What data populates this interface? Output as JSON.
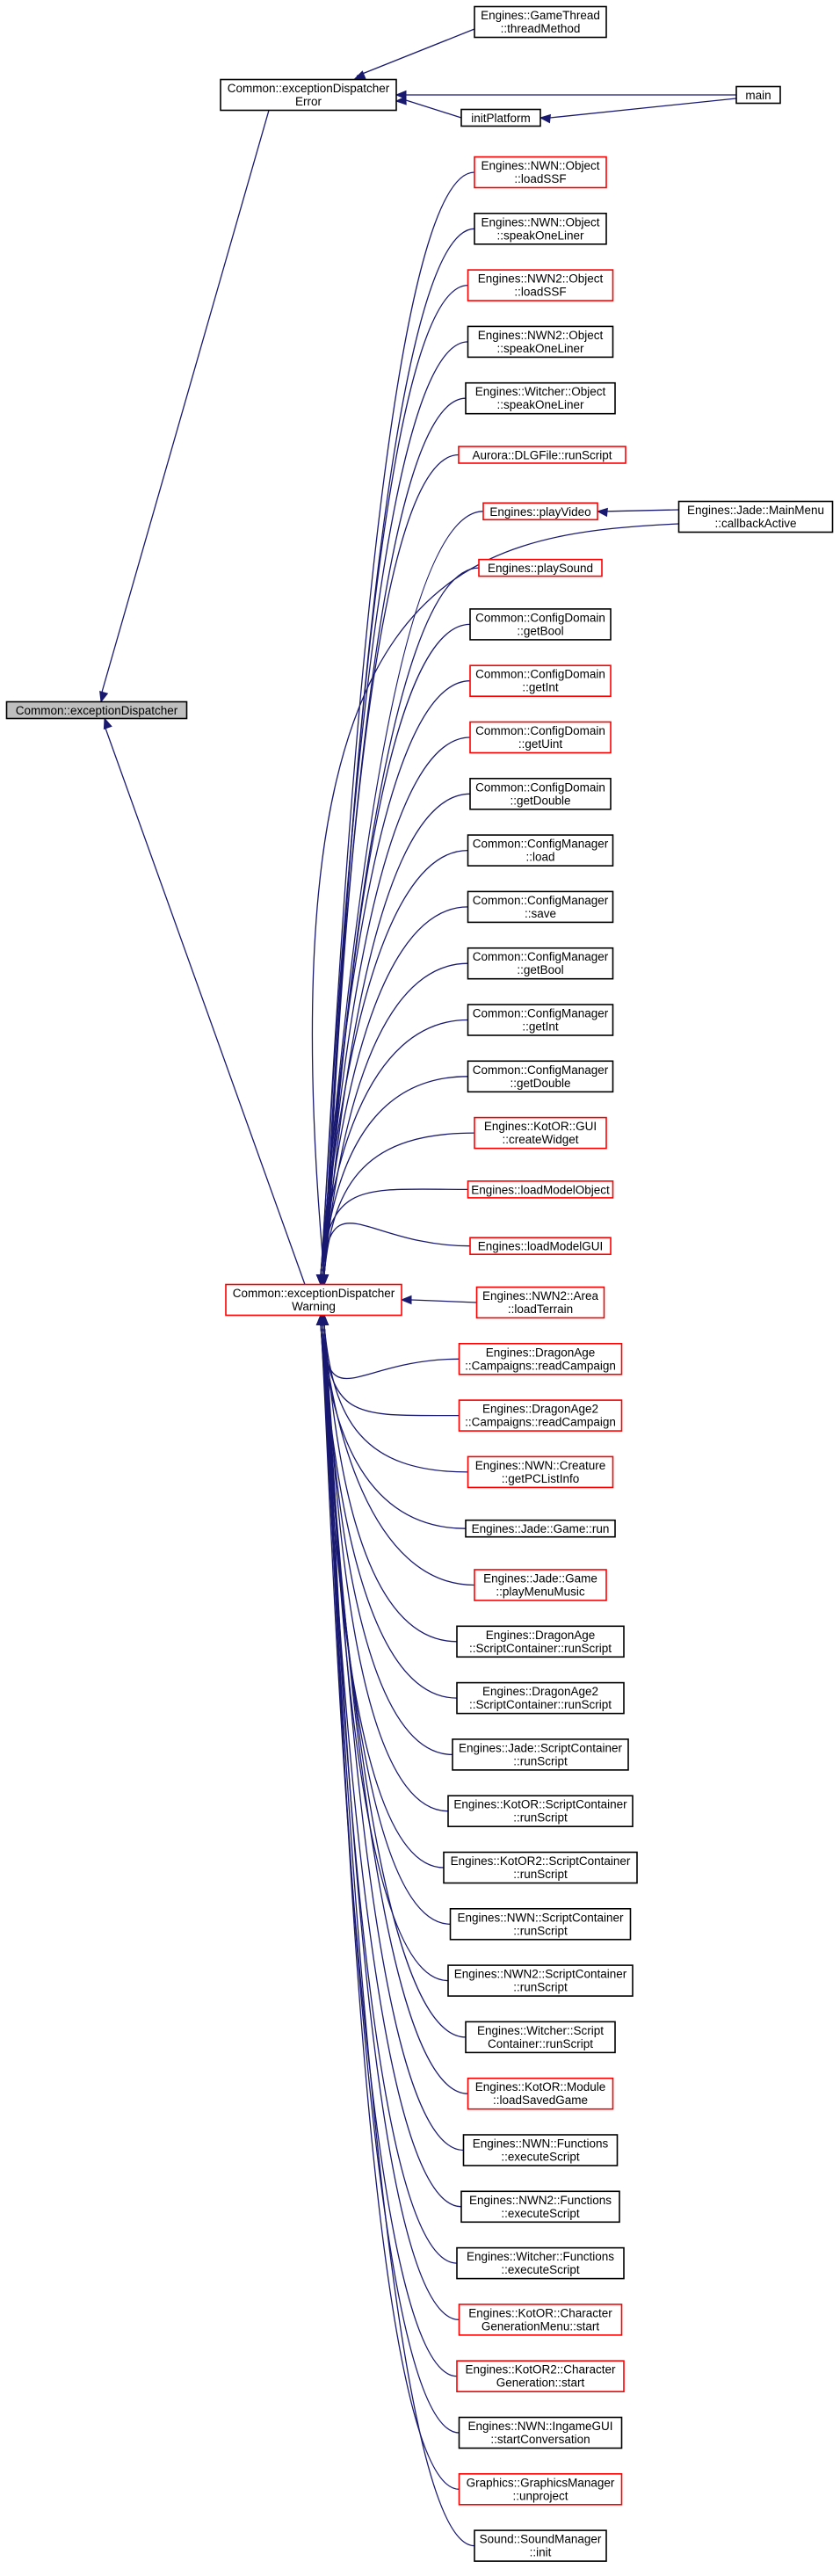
{
  "colors": {
    "edge": "#191970",
    "normal_border": "#000000",
    "incomplete_border": "#ff0000",
    "root_fill": "#bfbfbf"
  },
  "nodes": [
    {
      "id": "root",
      "lines": [
        "Common::exceptionDispatcher"
      ],
      "style": "root"
    },
    {
      "id": "ede",
      "lines": [
        "Common::exceptionDispatcher",
        "Error"
      ],
      "style": "black"
    },
    {
      "id": "edw",
      "lines": [
        "Common::exceptionDispatcher",
        "Warning"
      ],
      "style": "red"
    },
    {
      "id": "gamethread",
      "lines": [
        "Engines::GameThread",
        "::threadMethod"
      ],
      "style": "black"
    },
    {
      "id": "initplatform",
      "lines": [
        "initPlatform"
      ],
      "style": "black"
    },
    {
      "id": "main",
      "lines": [
        "main"
      ],
      "style": "black"
    },
    {
      "id": "callbackactive",
      "lines": [
        "Engines::Jade::MainMenu",
        "::callbackActive"
      ],
      "style": "black"
    },
    {
      "id": "c0",
      "lines": [
        "Engines::NWN::Object",
        "::loadSSF"
      ],
      "style": "red"
    },
    {
      "id": "c1",
      "lines": [
        "Engines::NWN::Object",
        "::speakOneLiner"
      ],
      "style": "black"
    },
    {
      "id": "c2",
      "lines": [
        "Engines::NWN2::Object",
        "::loadSSF"
      ],
      "style": "red"
    },
    {
      "id": "c3",
      "lines": [
        "Engines::NWN2::Object",
        "::speakOneLiner"
      ],
      "style": "black"
    },
    {
      "id": "c4",
      "lines": [
        "Engines::Witcher::Object",
        "::speakOneLiner"
      ],
      "style": "black"
    },
    {
      "id": "c5",
      "lines": [
        "Aurora::DLGFile::runScript"
      ],
      "style": "red"
    },
    {
      "id": "c6",
      "lines": [
        "Engines::playVideo"
      ],
      "style": "red"
    },
    {
      "id": "c7",
      "lines": [
        "Engines::playSound"
      ],
      "style": "red"
    },
    {
      "id": "c8",
      "lines": [
        "Common::ConfigDomain",
        "::getBool"
      ],
      "style": "black"
    },
    {
      "id": "c9",
      "lines": [
        "Common::ConfigDomain",
        "::getInt"
      ],
      "style": "red"
    },
    {
      "id": "c10",
      "lines": [
        "Common::ConfigDomain",
        "::getUint"
      ],
      "style": "red"
    },
    {
      "id": "c11",
      "lines": [
        "Common::ConfigDomain",
        "::getDouble"
      ],
      "style": "black"
    },
    {
      "id": "c12",
      "lines": [
        "Common::ConfigManager",
        "::load"
      ],
      "style": "black"
    },
    {
      "id": "c13",
      "lines": [
        "Common::ConfigManager",
        "::save"
      ],
      "style": "black"
    },
    {
      "id": "c14",
      "lines": [
        "Common::ConfigManager",
        "::getBool"
      ],
      "style": "black"
    },
    {
      "id": "c15",
      "lines": [
        "Common::ConfigManager",
        "::getInt"
      ],
      "style": "black"
    },
    {
      "id": "c16",
      "lines": [
        "Common::ConfigManager",
        "::getDouble"
      ],
      "style": "black"
    },
    {
      "id": "c17",
      "lines": [
        "Engines::KotOR::GUI",
        "::createWidget"
      ],
      "style": "red"
    },
    {
      "id": "c18",
      "lines": [
        "Engines::loadModelObject"
      ],
      "style": "red"
    },
    {
      "id": "c19",
      "lines": [
        "Engines::loadModelGUI"
      ],
      "style": "red"
    },
    {
      "id": "c20",
      "lines": [
        "Engines::NWN2::Area",
        "::loadTerrain"
      ],
      "style": "red"
    },
    {
      "id": "c21",
      "lines": [
        "Engines::DragonAge",
        "::Campaigns::readCampaign"
      ],
      "style": "red"
    },
    {
      "id": "c22",
      "lines": [
        "Engines::DragonAge2",
        "::Campaigns::readCampaign"
      ],
      "style": "red"
    },
    {
      "id": "c23",
      "lines": [
        "Engines::NWN::Creature",
        "::getPCListInfo"
      ],
      "style": "red"
    },
    {
      "id": "c24",
      "lines": [
        "Engines::Jade::Game::run"
      ],
      "style": "black"
    },
    {
      "id": "c25",
      "lines": [
        "Engines::Jade::Game",
        "::playMenuMusic"
      ],
      "style": "red"
    },
    {
      "id": "c26",
      "lines": [
        "Engines::DragonAge",
        "::ScriptContainer::runScript"
      ],
      "style": "black"
    },
    {
      "id": "c27",
      "lines": [
        "Engines::DragonAge2",
        "::ScriptContainer::runScript"
      ],
      "style": "black"
    },
    {
      "id": "c28",
      "lines": [
        "Engines::Jade::ScriptContainer",
        "::runScript"
      ],
      "style": "black"
    },
    {
      "id": "c29",
      "lines": [
        "Engines::KotOR::ScriptContainer",
        "::runScript"
      ],
      "style": "black"
    },
    {
      "id": "c30",
      "lines": [
        "Engines::KotOR2::ScriptContainer",
        "::runScript"
      ],
      "style": "black"
    },
    {
      "id": "c31",
      "lines": [
        "Engines::NWN::ScriptContainer",
        "::runScript"
      ],
      "style": "black"
    },
    {
      "id": "c32",
      "lines": [
        "Engines::NWN2::ScriptContainer",
        "::runScript"
      ],
      "style": "black"
    },
    {
      "id": "c33",
      "lines": [
        "Engines::Witcher::Script",
        "Container::runScript"
      ],
      "style": "black"
    },
    {
      "id": "c34",
      "lines": [
        "Engines::KotOR::Module",
        "::loadSavedGame"
      ],
      "style": "red"
    },
    {
      "id": "c35",
      "lines": [
        "Engines::NWN::Functions",
        "::executeScript"
      ],
      "style": "black"
    },
    {
      "id": "c36",
      "lines": [
        "Engines::NWN2::Functions",
        "::executeScript"
      ],
      "style": "black"
    },
    {
      "id": "c37",
      "lines": [
        "Engines::Witcher::Functions",
        "::executeScript"
      ],
      "style": "black"
    },
    {
      "id": "c38",
      "lines": [
        "Engines::KotOR::Character",
        "GenerationMenu::start"
      ],
      "style": "red"
    },
    {
      "id": "c39",
      "lines": [
        "Engines::KotOR2::Character",
        "Generation::start"
      ],
      "style": "red"
    },
    {
      "id": "c40",
      "lines": [
        "Engines::NWN::IngameGUI",
        "::startConversation"
      ],
      "style": "black"
    },
    {
      "id": "c41",
      "lines": [
        "Graphics::GraphicsManager",
        "::unproject"
      ],
      "style": "red"
    },
    {
      "id": "c42",
      "lines": [
        "Sound::SoundManager",
        "::init"
      ],
      "style": "black"
    }
  ],
  "edges": [
    {
      "from": "ede",
      "to": "root"
    },
    {
      "from": "edw",
      "to": "root"
    },
    {
      "from": "gamethread",
      "to": "ede"
    },
    {
      "from": "initplatform",
      "to": "ede"
    },
    {
      "from": "main",
      "to": "ede"
    },
    {
      "from": "main",
      "to": "initplatform"
    },
    {
      "from": "callbackactive",
      "to": "c6"
    },
    {
      "from": "callbackactive",
      "to": "edw"
    }
  ]
}
